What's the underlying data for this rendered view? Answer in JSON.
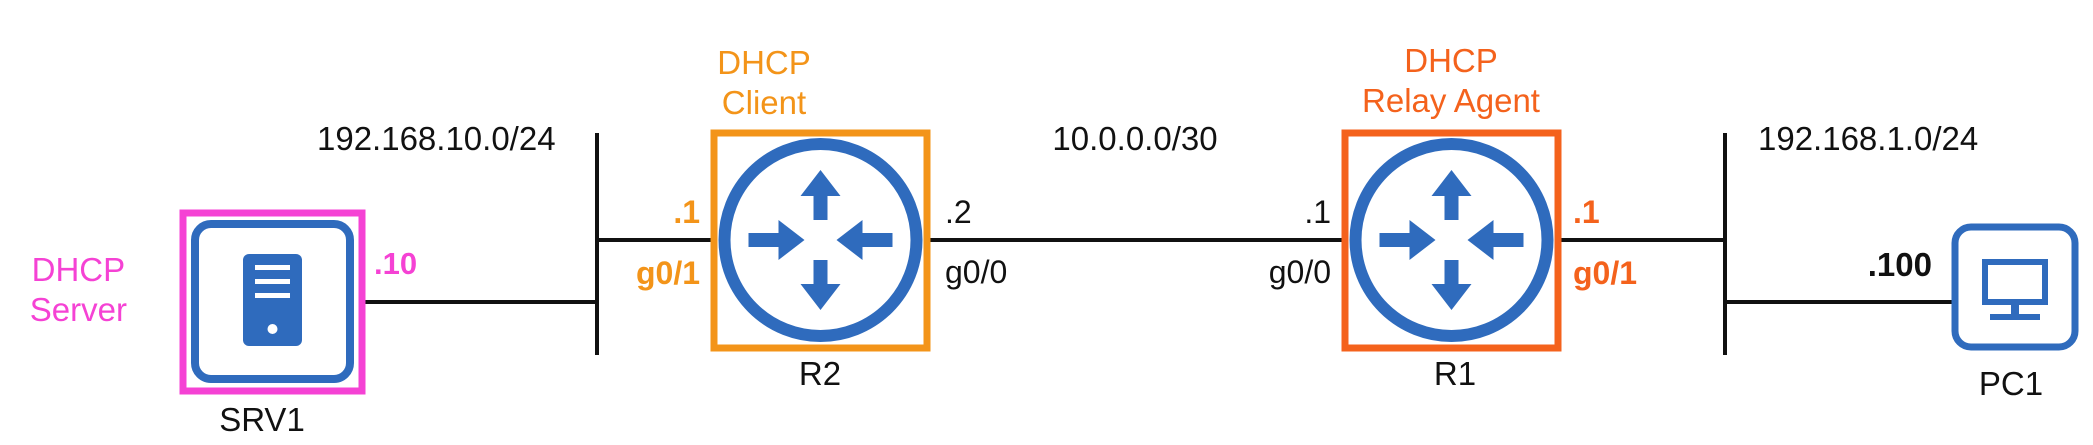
{
  "colors": {
    "server_role": "#f542d4",
    "client_role": "#f39419",
    "relay_role": "#f4621c",
    "device_blue": "#2f6bbd",
    "line": "#111111"
  },
  "networks": {
    "left": "192.168.10.0/24",
    "middle": "10.0.0.0/30",
    "right": "192.168.1.0/24"
  },
  "srv1": {
    "name": "SRV1",
    "role": [
      "DHCP",
      "Server"
    ],
    "host_octet": ".10",
    "icon": "server-icon"
  },
  "r2": {
    "name": "R2",
    "role": [
      "DHCP",
      "Client"
    ],
    "left_octet": ".1",
    "left_iface": "g0/1",
    "right_octet": ".2",
    "right_iface": "g0/0",
    "icon": "router-icon"
  },
  "r1": {
    "name": "R1",
    "role": [
      "DHCP",
      "Relay Agent"
    ],
    "left_octet": ".1",
    "left_iface": "g0/0",
    "right_octet": ".1",
    "right_iface": "g0/1",
    "icon": "router-icon"
  },
  "pc1": {
    "name": "PC1",
    "host_octet": ".100",
    "icon": "pc-icon"
  }
}
